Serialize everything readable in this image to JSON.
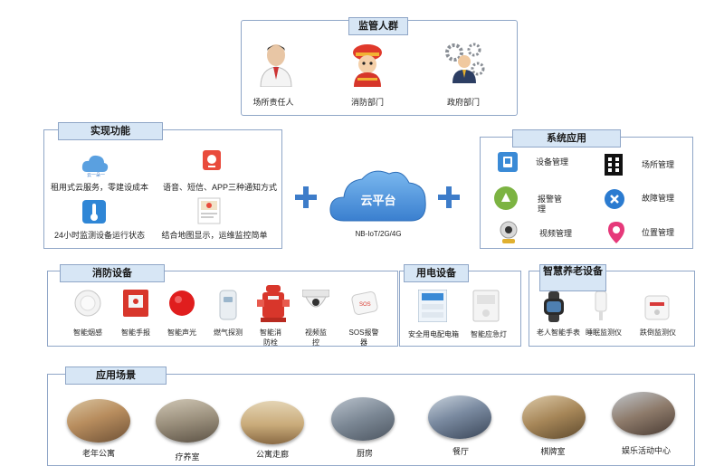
{
  "supervision": {
    "title": "监管人群",
    "items": [
      {
        "label": "场所责任人",
        "icon": "person-icon"
      },
      {
        "label": "消防部门",
        "icon": "firefighter-icon"
      },
      {
        "label": "政府部门",
        "icon": "official-gears-icon"
      }
    ]
  },
  "functions": {
    "title": "实现功能",
    "items": [
      {
        "label": "租用式云服务，零建设成本",
        "icon": "cloud-service-icon"
      },
      {
        "label": "语音、短信、APP三种通知方式",
        "icon": "notification-icon"
      },
      {
        "label": "24小时监测设备运行状态",
        "icon": "thermometer-icon"
      },
      {
        "label": "结合地图显示，运维监控简单",
        "icon": "map-icon"
      }
    ]
  },
  "cloud": {
    "label": "云平台",
    "sublabel": "NB-IoT/2G/4G"
  },
  "system": {
    "title": "系统应用",
    "items": [
      {
        "label": "设备管理",
        "icon": "device-icon"
      },
      {
        "label": "场所管理",
        "icon": "building-icon"
      },
      {
        "label": "报警管理",
        "icon": "alarm-icon"
      },
      {
        "label": "故障管理",
        "icon": "fault-icon"
      },
      {
        "label": "视频管理",
        "icon": "camera-icon"
      },
      {
        "label": "位置管理",
        "icon": "location-icon"
      }
    ]
  },
  "fire": {
    "title": "消防设备",
    "items": [
      {
        "label": "智能烟感",
        "icon": "smoke-detector-icon"
      },
      {
        "label": "智能手报",
        "icon": "manual-alarm-icon"
      },
      {
        "label": "智能声光",
        "icon": "strobe-icon"
      },
      {
        "label": "燃气探测",
        "icon": "gas-detector-icon"
      },
      {
        "label": "智能消防栓",
        "icon": "hydrant-icon"
      },
      {
        "label": "视频监控",
        "icon": "dome-camera-icon"
      },
      {
        "label": "SOS报警器",
        "icon": "sos-icon"
      }
    ]
  },
  "electric": {
    "title": "用电设备",
    "items": [
      {
        "label": "安全用电配电箱",
        "icon": "distribution-box-icon"
      },
      {
        "label": "智能应急灯",
        "icon": "emergency-light-icon"
      }
    ]
  },
  "elderly": {
    "title": "智慧养老设备",
    "items": [
      {
        "label": "老人智能手表",
        "icon": "watch-icon"
      },
      {
        "label": "睡眠监测仪",
        "icon": "sleep-monitor-icon"
      },
      {
        "label": "跌倒监测仪",
        "icon": "fall-monitor-icon"
      }
    ]
  },
  "scenes": {
    "title": "应用场景",
    "items": [
      {
        "label": "老年公寓",
        "icon": "apartment-photo"
      },
      {
        "label": "疗养室",
        "icon": "sanatorium-photo"
      },
      {
        "label": "公寓走廊",
        "icon": "corridor-photo"
      },
      {
        "label": "厨房",
        "icon": "kitchen-photo"
      },
      {
        "label": "餐厅",
        "icon": "dining-photo"
      },
      {
        "label": "棋牌室",
        "icon": "chess-room-photo"
      },
      {
        "label": "娱乐活动中心",
        "icon": "activity-center-photo"
      }
    ]
  },
  "colors": {
    "accent": "#3d7cc9",
    "tab": "#d7e6f5",
    "border": "#8fa6c7"
  }
}
